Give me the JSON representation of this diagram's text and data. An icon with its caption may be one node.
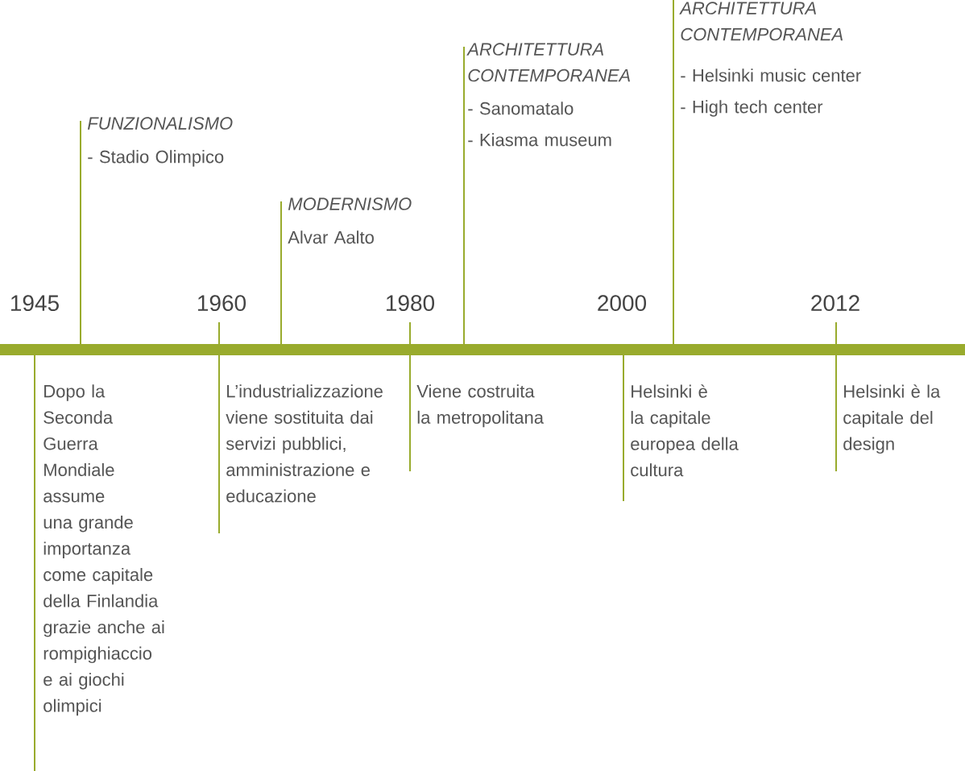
{
  "diagram": {
    "labels": [
      "1945",
      "Dopo la Seconda Guerra Mondiale assume una grande importanza come capitale della Finlandia grazie anche ai rompighiaccio e ai giochi olimpici",
      "FUNZIONALISMO",
      "- Stadio Olimpico",
      "1960",
      "L’industrializzazione viene sostituita dai servizi pubblici, amministrazione e educazione",
      "MODERNISMO",
      "Alvar Aalto",
      "1980",
      "Viene costruita la metropolitana",
      "ARCHITETTURA CONTEMPORANEA",
      "- Sanomatalo",
      "- Kiasma museum",
      "2000",
      "Helsinki è la capitale europea della cultura",
      "ARCHITETTURA CONTEMPORANEA",
      "- Helsinki music center",
      "- High tech center",
      "2012",
      "Helsinki è la capitale del design"
    ]
  }
}
